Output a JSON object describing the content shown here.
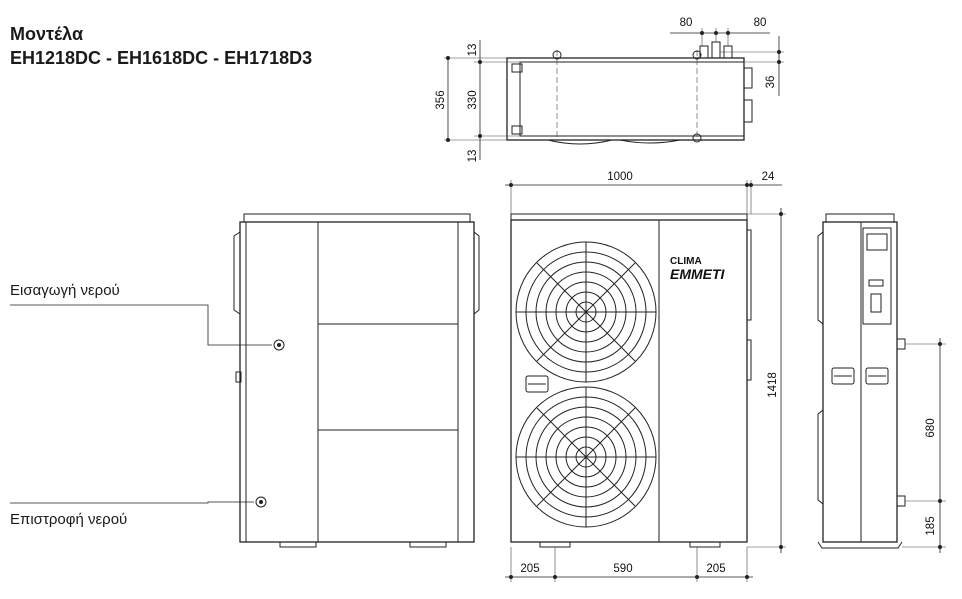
{
  "title": {
    "line1": "Μοντέλα",
    "line2": "EH1218DC - EH1618DC - EH1718D3"
  },
  "labels": {
    "water_inlet": "Εισαγωγή νερού",
    "water_return": "Επιστροφή νερού"
  },
  "brand": {
    "line1": "CLIMA",
    "line2": "EMMETI"
  },
  "dimensions": {
    "top_a": "80",
    "top_b": "80",
    "top_side": "36",
    "depth_total": "356",
    "depth_inner": "330",
    "depth_offset_top": "13",
    "depth_offset_bottom": "13",
    "width": "1000",
    "width_extra": "24",
    "height": "1418",
    "bottom_left": "205",
    "bottom_mid": "590",
    "bottom_right": "205",
    "connection_spacing": "680",
    "connection_base": "185"
  }
}
